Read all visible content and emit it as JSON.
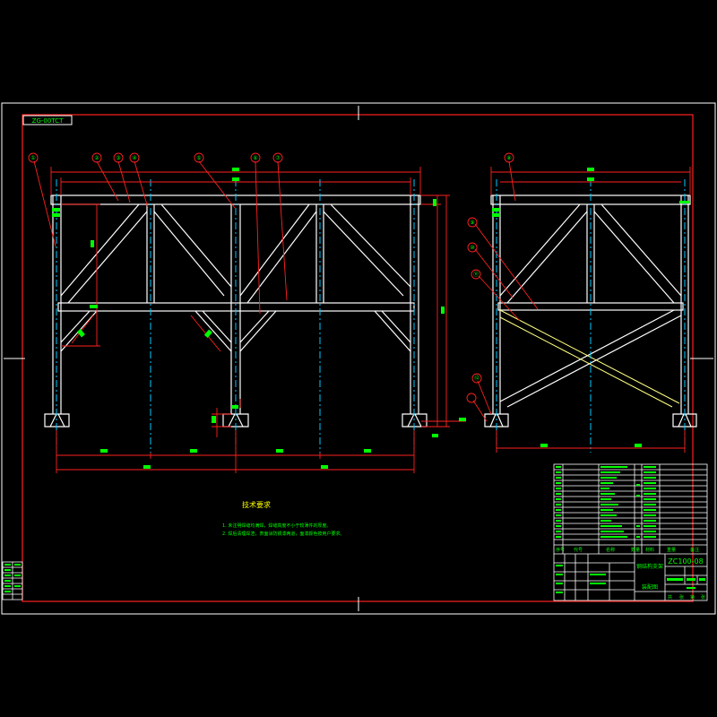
{
  "sheet": {
    "drawing_code": "ZG-00TCT",
    "notes_title": "技术要求",
    "notes": [
      "1. 未注明焊缝均满焊，焊缝高度不小于较薄件的厚度。",
      "2. 焊后清理焊渣，表面涂防锈漆两道，面漆颜色按用户要求。"
    ]
  },
  "balloons": [
    "①",
    "②",
    "③",
    "④",
    "⑤",
    "⑥",
    "⑦",
    "⑧",
    "⑨",
    "⑩",
    "⑪",
    "⑫"
  ],
  "title_block": {
    "drawing_number": "ZC100-08",
    "part_name": "钢结构支架",
    "sub_name": "装配图",
    "scale_label": "比例",
    "col_headers": [
      "序号",
      "代号",
      "名称",
      "数量",
      "材料",
      "重量",
      "备注"
    ],
    "footer_labels": [
      "共",
      "张",
      "第",
      "张"
    ]
  },
  "colors": {
    "frame": "#ffffff",
    "border": "#ff2020",
    "member": "#ffffff",
    "centerline": "#00c8ff",
    "dimension": "#ff2020",
    "dim_text": "#00ff00",
    "cross_brace": "#ffff80",
    "note_text": "#00ff00",
    "note_title": "#ffff00"
  }
}
